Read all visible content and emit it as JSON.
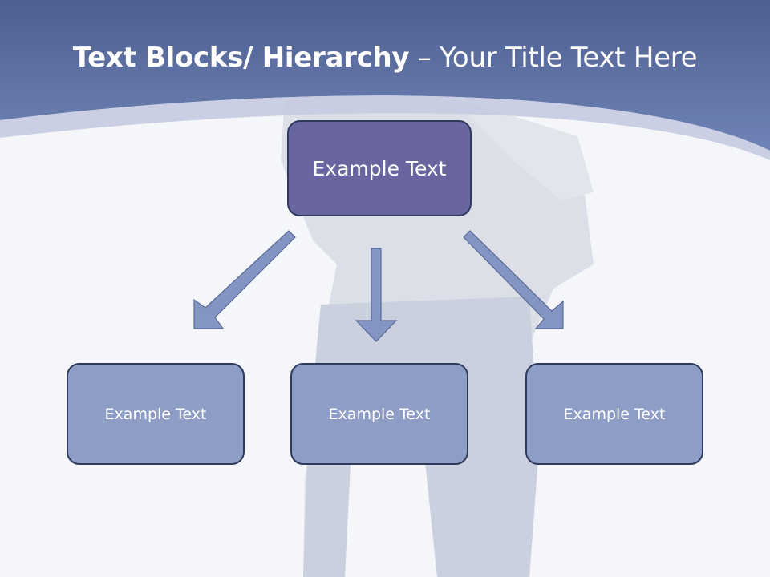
{
  "title": {
    "bold_part": "Text Blocks/ Hierarchy",
    "separator": "–",
    "light_part": "Your Title Text Here"
  },
  "diagram": {
    "root": {
      "label": "Example Text"
    },
    "children": [
      {
        "label": "Example Text"
      },
      {
        "label": "Example Text"
      },
      {
        "label": "Example Text"
      }
    ]
  },
  "colors": {
    "header_band": "#6577ad",
    "root_fill": "#68659f",
    "child_fill": "#8e9dc5",
    "border": "#2f3a5c",
    "arrow_fill": "#8595c3"
  }
}
